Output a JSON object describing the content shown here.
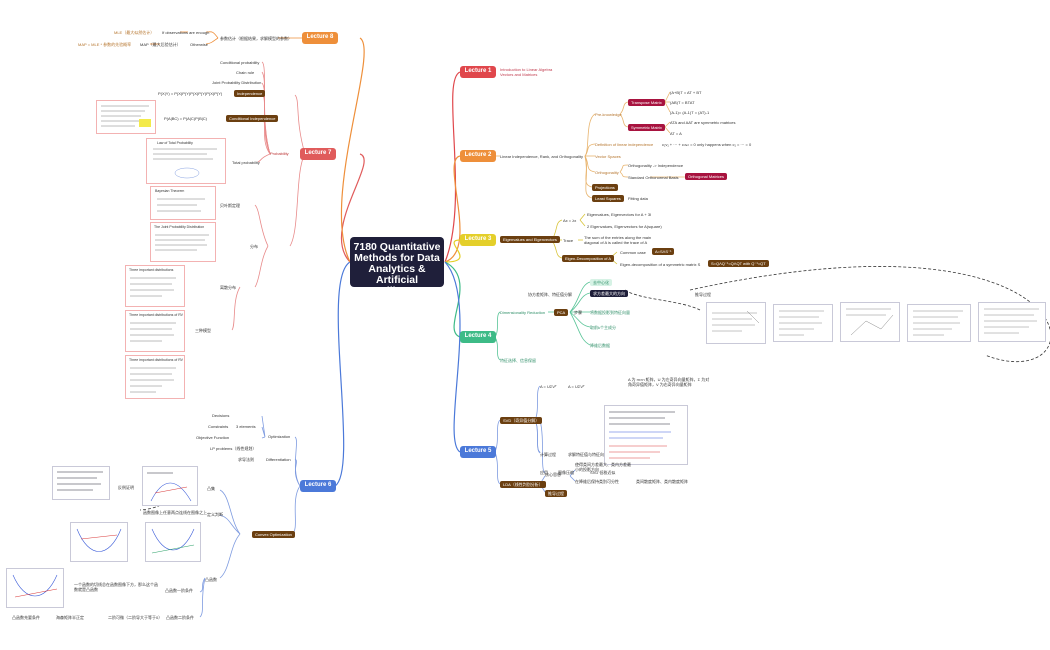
{
  "colors": {
    "root": "#1f1f3a",
    "lecture1": "#e0474c",
    "lecture2": "#ee8f3a",
    "lecture3": "#e4cf2a",
    "lecture4": "#3dbb87",
    "lecture5": "#4b79d9",
    "lecture6": "#4b79d9",
    "lecture7": "#e05b5b",
    "lecture8": "#ee8f3a"
  },
  "root": {
    "title": "7180 Quantitative Methods for Data Analytics & Artificial Intelligence"
  },
  "lecture1": {
    "label": "Lecture 1",
    "topic": "Introduction to Linear Algebra Vectors and Matrices"
  },
  "lecture2": {
    "label": "Lecture 2",
    "topic": "Linear Independence, Rank, and Orthogonality",
    "preknowledge": "Pre-knowledge",
    "transpose": "Transpose Matrix",
    "t1": "(A+B)T = AT + BT",
    "t2": "(AB)T = BTAT",
    "t3": "(A-1)= (A-1)T = (AT)-1",
    "symmetric": "Symmetric Matrix",
    "s1": "ATA and AAT are symmetric matrices",
    "s2": "AT = A",
    "def_indep": "Definition of linear independence",
    "def_indep_val": "c₁v₁ + ··· + cₙvₙ = 0 only happens when c₁ = ··· = 0",
    "vector_spaces": "Vector Spaces",
    "orthogonality": "Orthogonality",
    "orth_indep": "Orthogonality -> Independence",
    "std_basis": "Standard Orthonormal Basis",
    "orth_matrices": "Orthogonal Matrices",
    "projections": "Projections",
    "least_squares": "Least Squares",
    "fitting": "Fitting data"
  },
  "lecture3": {
    "label": "Lecture 3",
    "topic": "Eigenvalues and Eigenvectors",
    "ax": "Ax = λx",
    "e1": "Eigenvalues, Eigenvectors for A + 3I",
    "e2": "2 Eigenvalues, Eigenvectors for A(square)",
    "trace": "Trace",
    "trace_val": "The sum of the entries along the main diagonal of A is called the trace of A",
    "decomp": "Eigen-Decomposition of A",
    "common": "Common case",
    "common_val": "A=SΛS⁻¹",
    "sym": "Eigen-decomposition of a symmetric matrix S",
    "sym_val": "S=QΛQ⁻¹=QΛQT with Q⁻¹=QT"
  },
  "lecture4": {
    "label": "Lecture 4",
    "topic": "Dimensionality Reduction",
    "pca": "PCA",
    "pca_note": "协方差矩阵、特征值分解",
    "steps": "步骤",
    "s1": "去中心化",
    "s2": "求方差最大的方向",
    "s3": "将数据投影到特征向量",
    "s4": "取前k个主成分",
    "s5": "降维后数据",
    "proc": "推导过程",
    "feature": "特征选择、信息保留"
  },
  "lecture5": {
    "label": "Lecture 5",
    "svd": "SVD（奇异值分解）",
    "svd_formula": "A = UΣVᵀ",
    "svd_desc": "A 为 m×n 矩阵，U 为左奇异向量矩阵，Σ 为对角奇异值矩阵，V 为右奇异向量矩阵",
    "calc": "计算过程",
    "calc_val": "求解特征值与特征向量",
    "app": "应用",
    "app_val": "图像压缩",
    "app_note": "SVD 低秩近似",
    "lda": "LDA（线性判别分析）",
    "core": "核心思想",
    "core_val": "使得类间方差最大、类内方差最小的投影方向",
    "lda_desc": "在降维后保持类别可分性",
    "lda_note": "类间散度矩阵、类内散度矩阵",
    "derive": "推导过程"
  },
  "lecture6": {
    "label": "Lecture 6",
    "optimization": "Optimization",
    "elements": "3 elements",
    "decisions": "Decisions",
    "constraints": "Constraints",
    "objective": "Objective Function",
    "lp": "LP problems（线性规划）",
    "diff": "Differentiation",
    "diff_note": "求导法则",
    "convex": "Convex Optimization",
    "cset": "凸集",
    "cfunc": "凸函数",
    "c_note": "函数图像上任意两点连线在图像之上",
    "proof": "反例证明",
    "def_line": "定义判断",
    "cond1": "凸函数一阶条件",
    "cond1_val": "一个函数的切线总在函数图像下方，那么这个函数就是凸函数",
    "cond2": "凸函数二阶条件",
    "cond2_val": "二阶可微（二阶导大于等于0）",
    "hess": "海森矩阵半正定",
    "hess2": "凸函数充要条件"
  },
  "lecture7": {
    "label": "Lecture 7",
    "probability": "Probability",
    "cond_prob": "Conditional probability",
    "chain": "Chain rule",
    "joint": "Joint Probability Distribution",
    "indep": "Independence",
    "indep_formula": "P(X|Y) = P(X)P(Y)P(X)P(Y)P(X)P(Y)",
    "cond_indep": "Conditional Independence",
    "cond_indep_formula": "P(A|BC) = P(A|C)P(B|C)",
    "total": "Total probability",
    "total_title": "Law of Total Probability",
    "bayes": "贝叶斯定理",
    "bayes_title": "Bayesian Theorem",
    "dist": "分布",
    "discrete": "离散分布",
    "joint_dist": "The Joint Probability Distribution",
    "model": "三种模型",
    "m1": "Three important distributions",
    "m2": "Three important distributions of RV",
    "m3": "Three important distributions of RV"
  },
  "lecture8": {
    "label": "Lecture 8",
    "mle": "MLE（最大似然估计）",
    "mle_cond": "If observations are enough",
    "map": "MAP = MLE * 参数的先验概率",
    "map_label": "MAP（最大后验估计）",
    "map_cond": "Otherwise",
    "param": "参数估计（根据结果，求解模型的参数）"
  }
}
